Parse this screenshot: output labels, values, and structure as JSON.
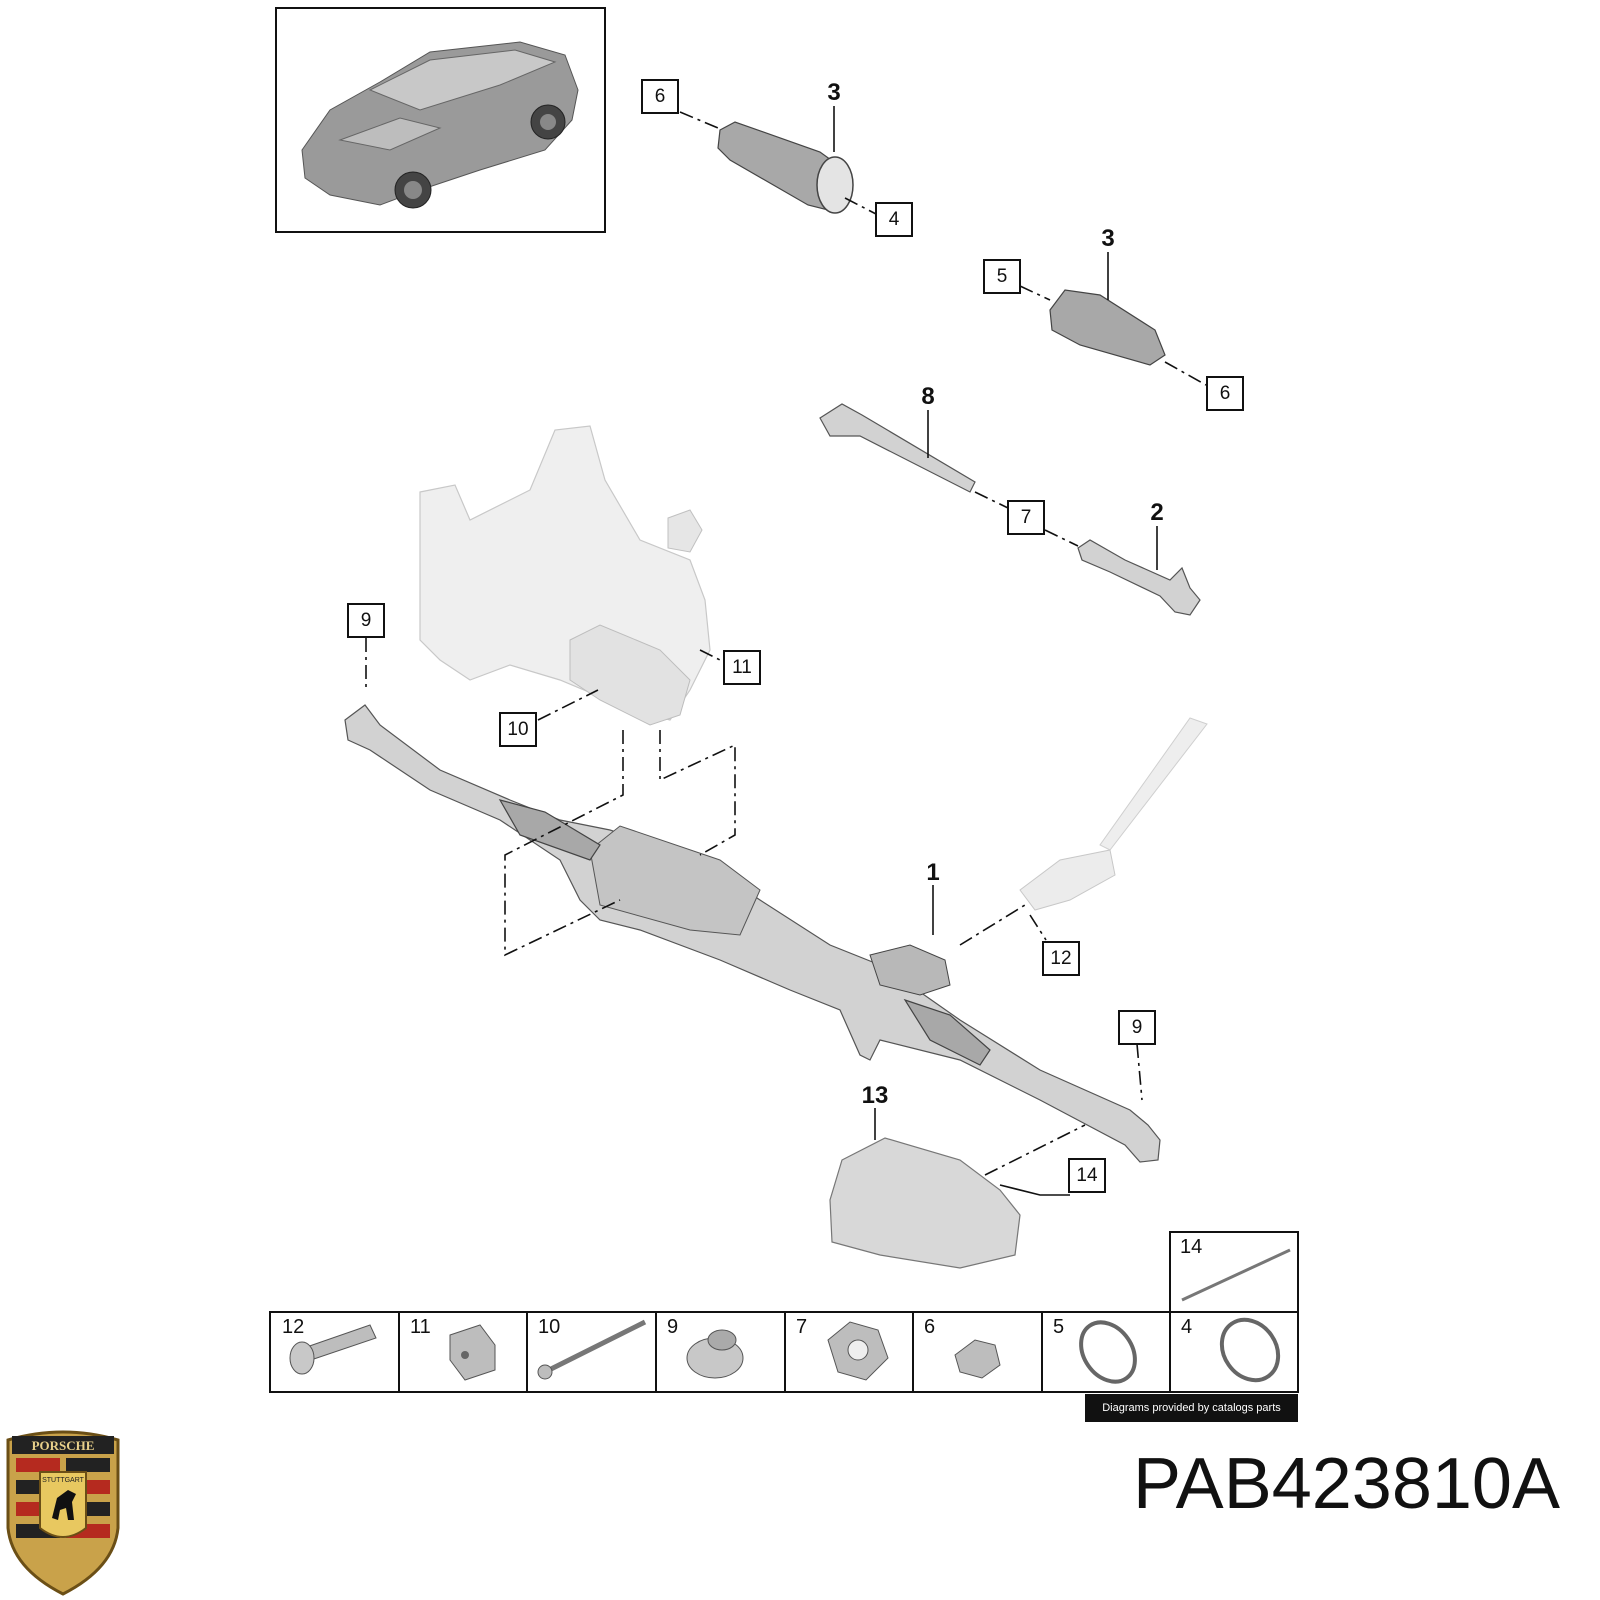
{
  "callouts": {
    "c6_top": "6",
    "c4_top": "4",
    "c5": "5",
    "c6_right": "6",
    "c7": "7",
    "c9_left": "9",
    "c11": "11",
    "c10": "10",
    "c12": "12",
    "c9_right": "9",
    "c14": "14"
  },
  "part_numbers": {
    "p3_top": "3",
    "p3_mid": "3",
    "p8": "8",
    "p2": "2",
    "p1": "1",
    "p13": "13"
  },
  "legend": [
    {
      "num": "12",
      "icon": "bolt-icon"
    },
    {
      "num": "11",
      "icon": "square-nut-icon"
    },
    {
      "num": "10",
      "icon": "long-bolt-icon"
    },
    {
      "num": "9",
      "icon": "flange-nut-icon"
    },
    {
      "num": "7",
      "icon": "hex-nut-icon"
    },
    {
      "num": "6",
      "icon": "clamp-icon"
    },
    {
      "num": "5",
      "icon": "band-clamp-icon"
    },
    {
      "num": "4",
      "icon": "ring-clamp-icon"
    }
  ],
  "legend_extra": {
    "num": "14",
    "icon": "cable-tie-icon"
  },
  "credit": "Diagrams provided by catalogs parts",
  "part_number": "PAB423810A",
  "brand": {
    "crest_text": "PORSCHE",
    "city_text": "STUTTGART",
    "icon": "porsche-crest-icon"
  }
}
